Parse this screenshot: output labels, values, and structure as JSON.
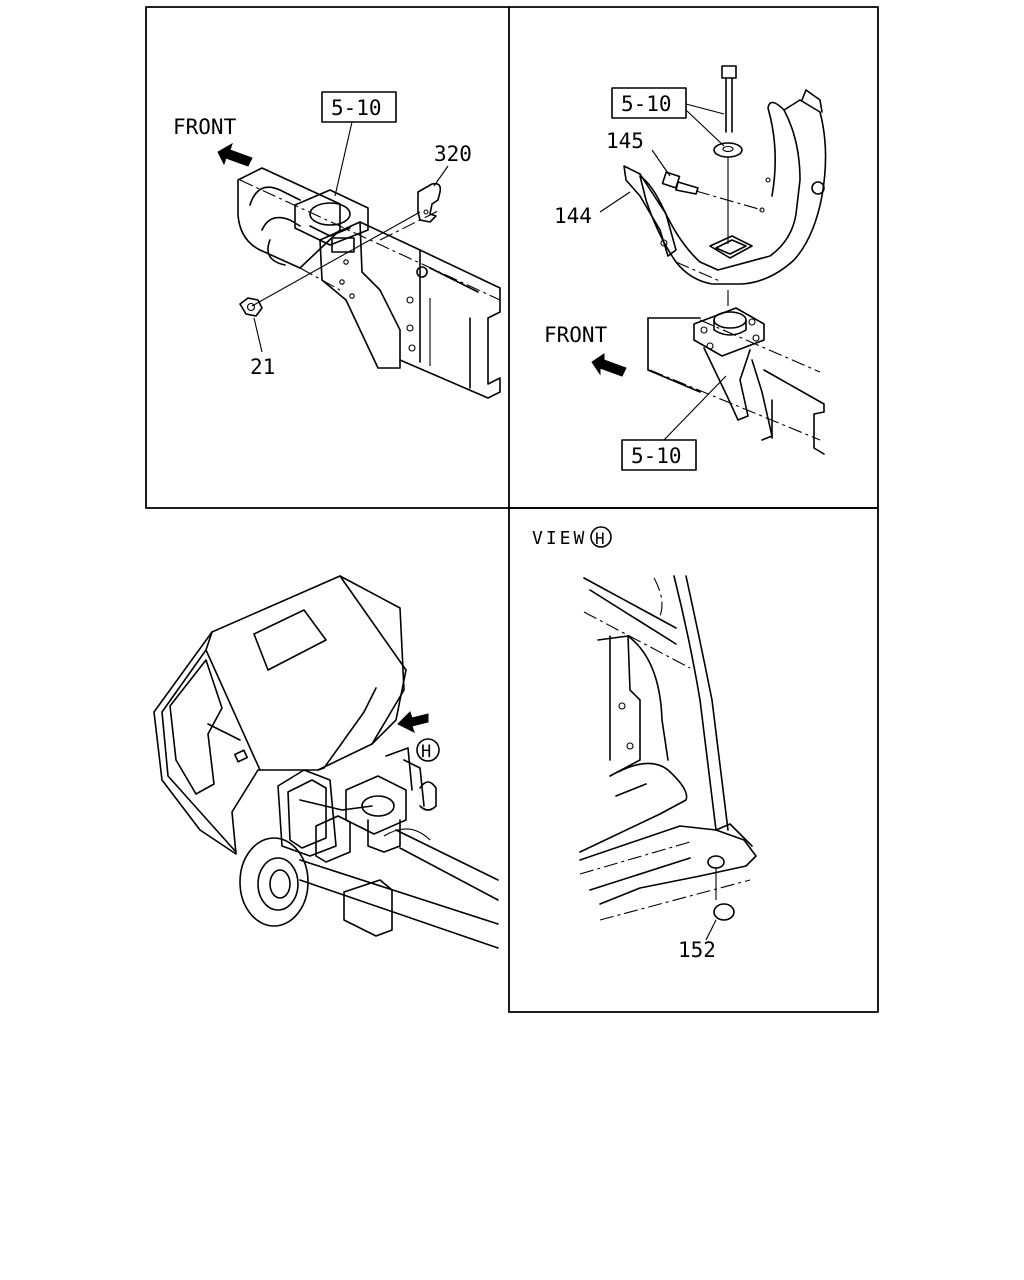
{
  "panels": {
    "top_left": {
      "ref_box": "5-10",
      "front_label": "FRONT",
      "callouts": [
        "320",
        "21"
      ]
    },
    "top_right": {
      "ref_box_top": "5-10",
      "ref_box_bottom": "5-10",
      "front_label": "FRONT",
      "callouts": [
        "145",
        "144"
      ]
    },
    "bottom_left": {
      "view_marker": "H"
    },
    "bottom_right": {
      "view_label": "VIEW",
      "view_marker": "H",
      "callouts": [
        "152"
      ]
    }
  }
}
